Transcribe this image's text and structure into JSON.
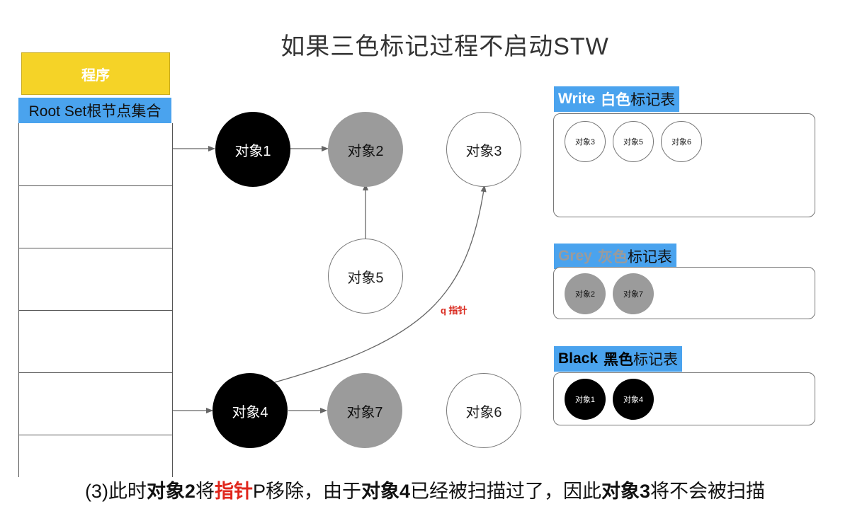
{
  "title": "如果三色标记过程不启动STW",
  "program": {
    "label": "程序",
    "root_set_label": "Root Set根节点集合"
  },
  "nodes": {
    "obj1": "对象1",
    "obj2": "对象2",
    "obj3": "对象3",
    "obj4": "对象4",
    "obj5": "对象5",
    "obj6": "对象6",
    "obj7": "对象7"
  },
  "pointer_label": "q 指针",
  "white_table": {
    "en": "Write",
    "cn_color": "白色",
    "suffix": "标记表",
    "items": [
      "对象3",
      "对象5",
      "对象6"
    ]
  },
  "grey_table": {
    "en": "Grey",
    "cn_color": "灰色",
    "suffix": "标记表",
    "items": [
      "对象2",
      "对象7"
    ]
  },
  "black_table": {
    "en": "Black",
    "cn_color": "黑色",
    "suffix": "标记表",
    "items": [
      "对象1",
      "对象4"
    ]
  },
  "caption": {
    "p1": "(3)此时",
    "p2": "对象2",
    "p3": "将",
    "p4": "指针",
    "p5": "P移除，由于",
    "p6": "对象4",
    "p7": "已经被扫描过了，因此",
    "p8": "对象3",
    "p9": "将不会被扫描"
  },
  "colors": {
    "accent_blue": "#4aa3ee",
    "program_yellow": "#f5d327",
    "grey_node": "#9b9b9b",
    "pointer_red": "#d9281d"
  }
}
